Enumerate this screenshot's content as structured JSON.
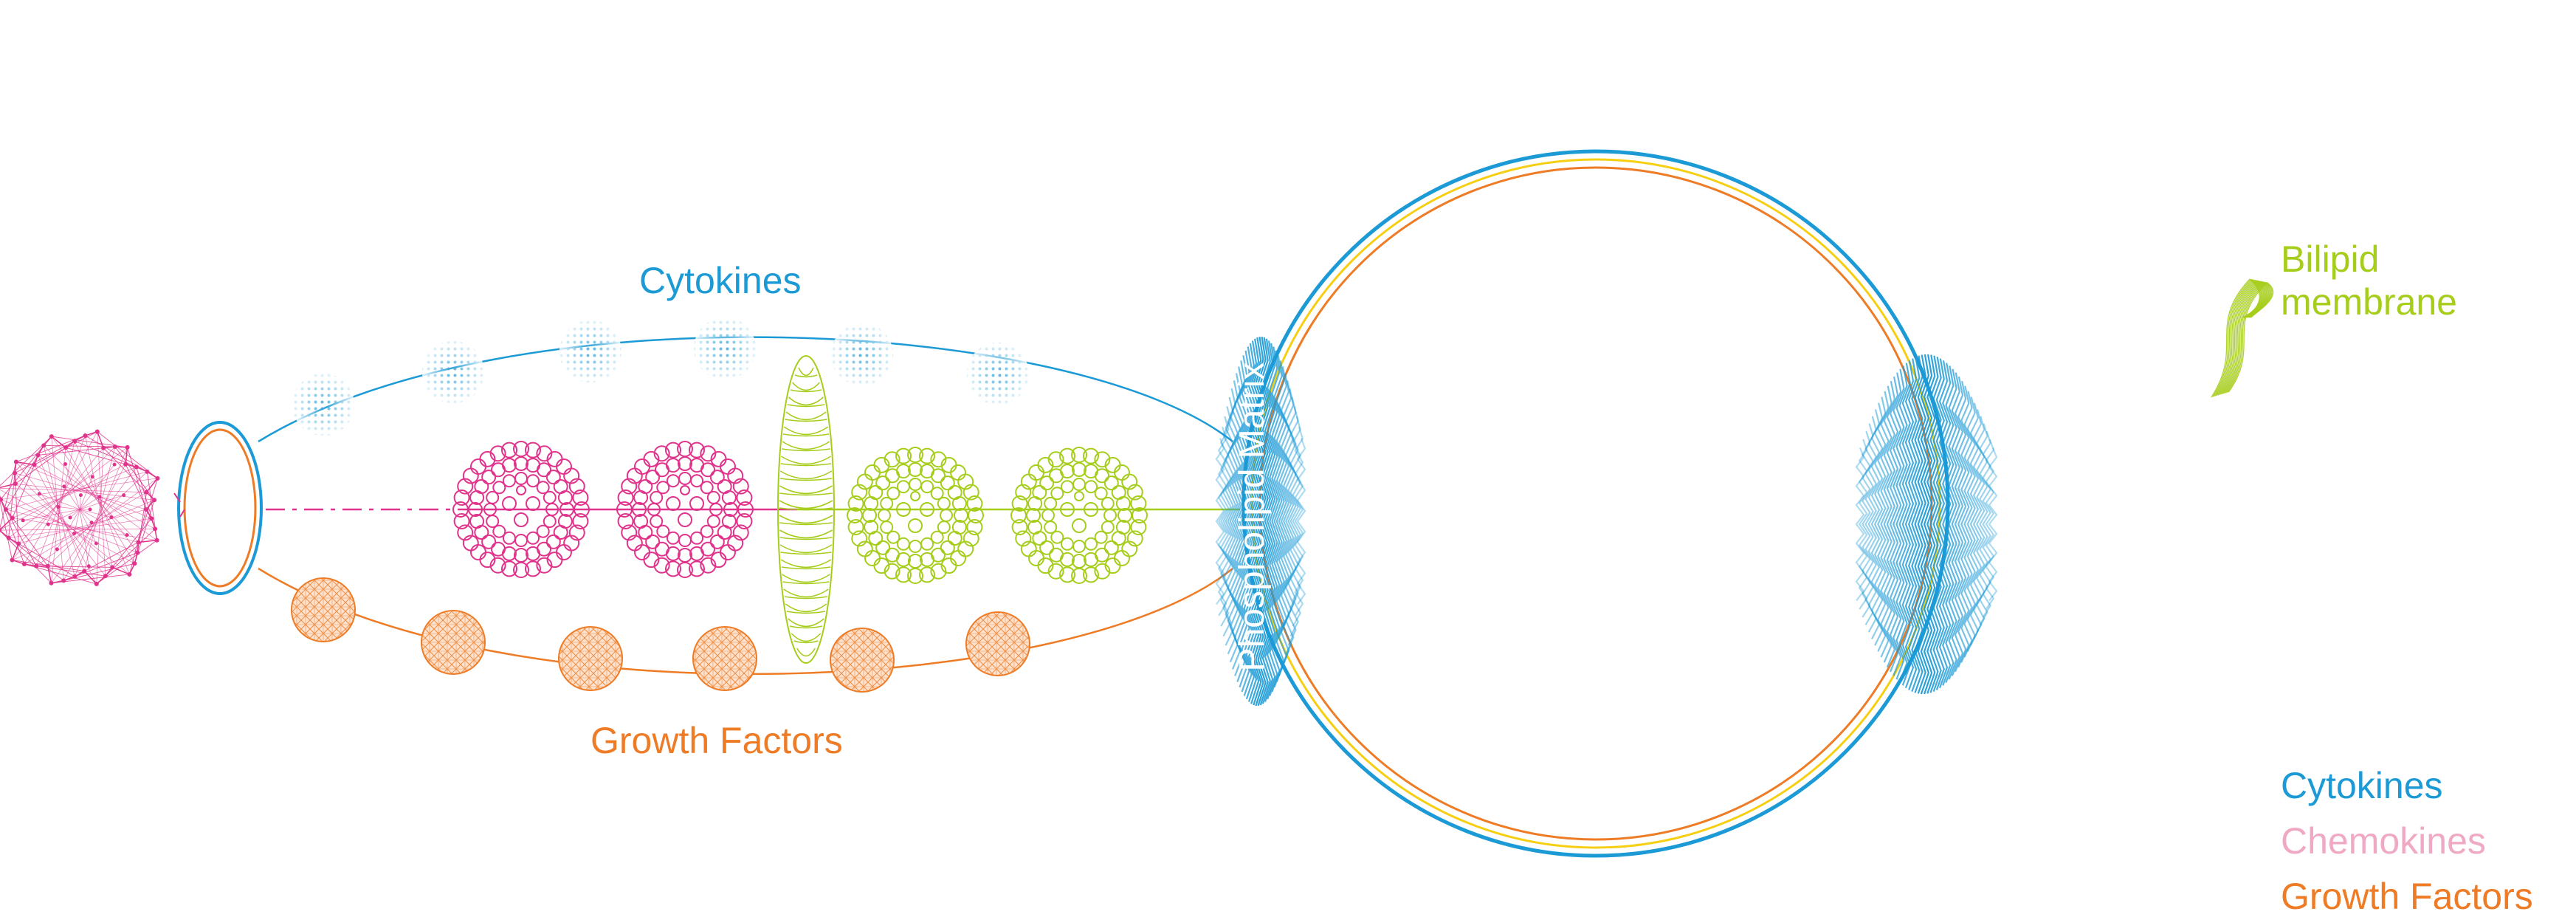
{
  "labels": {
    "cytokines_arc": "Cytokines",
    "growth_arc": "Growth Factors",
    "matrix": "Phospholipid Matrix",
    "bilipid_line1": "Bilipid",
    "bilipid_line2": "membrane"
  },
  "legend": [
    {
      "label": "Cytokines",
      "color": "#1b9ad6"
    },
    {
      "label": "Chemokines",
      "color": "#f0a9c4"
    },
    {
      "label": "Growth Factors",
      "color": "#ee7b25"
    }
  ],
  "colors": {
    "cytokines": "#1b9ad6",
    "chemokines": "#e0338c",
    "growth": "#ee7b25",
    "green": "#a6cd1c",
    "yellow": "#f7cf12",
    "chemokines_legend": "#f0a9c4"
  }
}
